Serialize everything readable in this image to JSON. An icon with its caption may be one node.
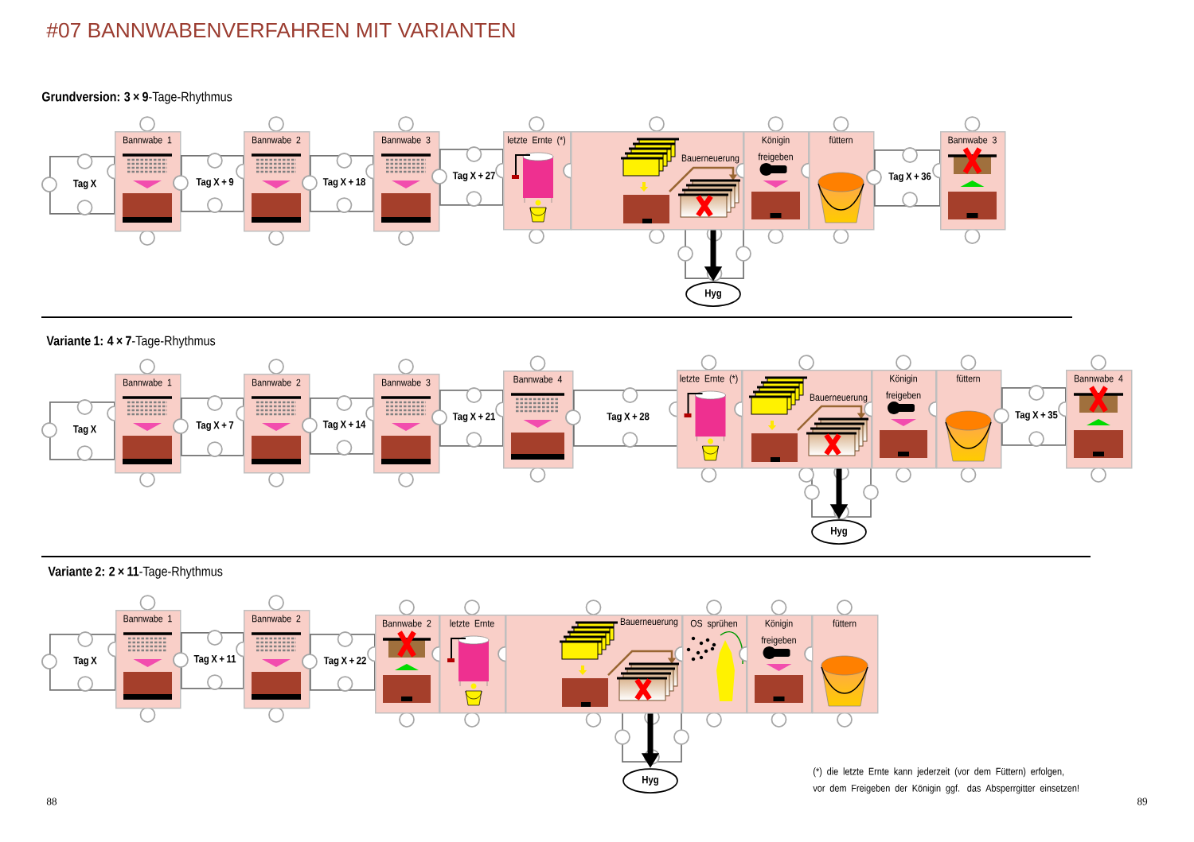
{
  "diagram": {
    "title": "#07 BANNWABENVERFAHREN MIT VARIANTEN",
    "nodes": [
      {
        "text": [
          "Tag X"
        ]
      },
      {
        "text": [
          "Bannwabe 1"
        ]
      },
      {
        "text": [
          "Tag X + 9"
        ]
      },
      {
        "text": [
          "Bannwabe 2"
        ]
      },
      {
        "text": [
          "Tag X + 18"
        ]
      },
      {
        "text": [
          "Bannwabe 3"
        ]
      },
      {
        "text": [
          "Tag X + 27"
        ]
      },
      {
        "text": [
          "letzte Ernte (*)"
        ]
      },
      {
        "text": [
          "Bauerneuerung"
        ]
      },
      {
        "text": [
          "Königin freigeben"
        ]
      },
      {
        "text": [
          "füttern"
        ]
      },
      {
        "text": [
          "Tag X + 36"
        ]
      },
      {
        "text": [
          "Bannwabe 3"
        ]
      },
      {
        "text": [
          "Hyg"
        ]
      },
      {
        "text": [
          "Tag X"
        ]
      },
      {
        "text": [
          "Bannwabe 1"
        ]
      },
      {
        "text": [
          "Tag X + 7"
        ]
      },
      {
        "text": [
          "Bannwabe 2"
        ]
      },
      {
        "text": [
          "Tag X + 14"
        ]
      },
      {
        "text": [
          "Bannwabe 3"
        ]
      },
      {
        "text": [
          "Tag X + 21"
        ]
      },
      {
        "text": [
          "Bannwabe 4"
        ]
      },
      {
        "text": [
          "Tag X + 28"
        ]
      },
      {
        "text": [
          "letzte Ernte (*)"
        ]
      },
      {
        "text": [
          "Bauerneuerung"
        ]
      },
      {
        "text": [
          "Königin freigeben"
        ]
      },
      {
        "text": [
          "füttern"
        ]
      },
      {
        "text": [
          "Tag X + 35"
        ]
      },
      {
        "text": [
          "Bannwabe 4"
        ]
      },
      {
        "text": [
          "Hyg"
        ]
      },
      {
        "text": [
          "Tag X"
        ]
      },
      {
        "text": [
          "Bannwabe 1"
        ]
      },
      {
        "text": [
          "Tag X + 11"
        ]
      },
      {
        "text": [
          "Bannwabe 2"
        ]
      },
      {
        "text": [
          "Tag X + 22"
        ]
      },
      {
        "text": [
          "Bannwabe 2"
        ]
      },
      {
        "text": [
          "letzte Ernte"
        ]
      },
      {
        "text": [
          "Bauerneuerung"
        ]
      },
      {
        "text": [
          "OS sprühen"
        ]
      },
      {
        "text": [
          "Königin freigeben"
        ]
      },
      {
        "text": [
          "füttern"
        ]
      },
      {
        "text": [
          "Hyg"
        ]
      }
    ],
    "edges": [
      {
        "from": 8,
        "to": 13,
        "arrow": "to"
      },
      {
        "from": 24,
        "to": 29,
        "arrow": "to"
      },
      {
        "from": 37,
        "to": 41,
        "arrow": "to"
      }
    ],
    "labels": [
      "**Grundversion: 3 × 9**-Tage-Rhythmus",
      "**Variante 1: 4 × 7**-Tage-Rhythmus",
      "**Variante 2: 2 × 11**-Tage-Rhythmus",
      "(*) die letzte Ernte kann jederzeit (vor dem Füttern) erfolgen, vor dem Freigeben der Königin ggf. das Absperrgitter einsetzen!",
      "88",
      "89"
    ]
  }
}
